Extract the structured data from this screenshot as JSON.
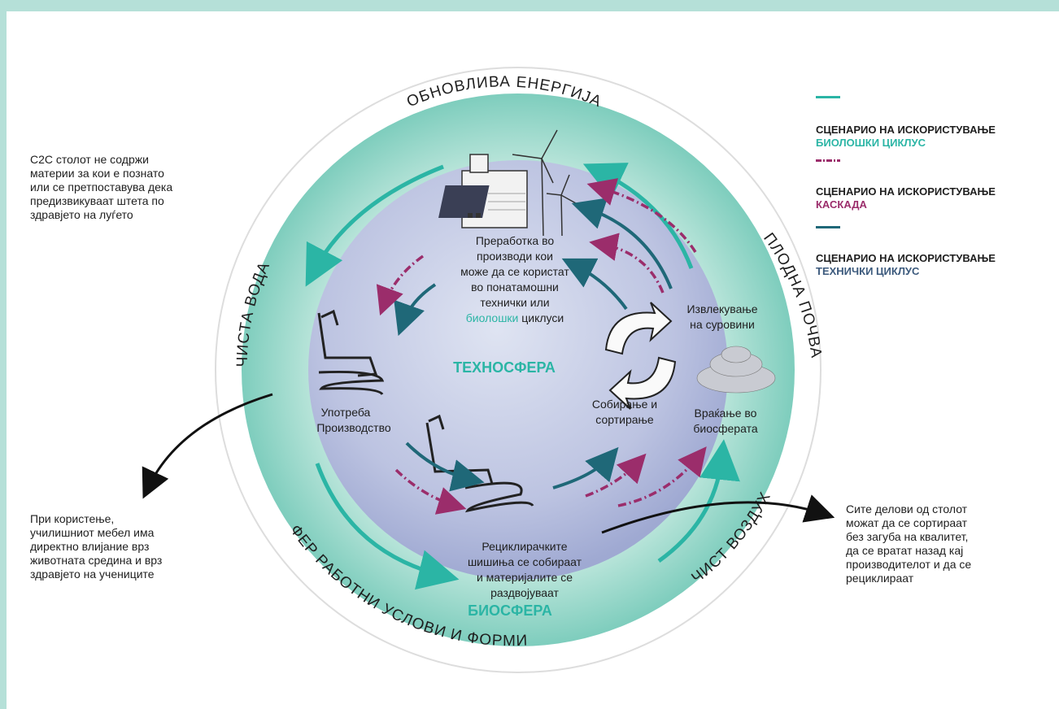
{
  "ring": {
    "top": "ОБНОВЛИВА ЕНЕРГИЈА",
    "left": "ЧИСТА ВОДА",
    "right": "ПЛОДНА ПОЧВА",
    "bottom_left": "ФЕР РАБОТНИ УСЛОВИ И ФОРМИ",
    "bottom_right": "ЧИСТ ВОЗДУХ"
  },
  "spheres": {
    "techno": "ТЕХНОСФЕРА",
    "bio": "БИОСФЕРА"
  },
  "labels": {
    "processing": [
      "Преработка во",
      "производи кои",
      "може да се користат",
      "во понатамошни",
      "технички или"
    ],
    "processing_bio_word": "биолошки",
    "processing_tail": " циклуси",
    "extraction": [
      "Извлекување",
      "на суровини"
    ],
    "usage": [
      "Употреба",
      "Производство"
    ],
    "collecting": [
      "Собирање и",
      "сортирање"
    ],
    "return": [
      "Враќање во",
      "биосферата"
    ],
    "recycle": [
      "Рециклирачките",
      "шишиња се собираат",
      "и материјалите се",
      "раздвојуваат"
    ]
  },
  "notes": {
    "top_left": "C2C столот не содржи\nматерии за кои е познато\nили се претпоставува дека\nпредизвикуваат штета по\nздравјето на луѓето",
    "bottom_left": "При користење,\nучилишниот мебел има\nдиректно влијание врз\nживотната средина и врз\nздравјето на учениците",
    "right": "Сите делови од столот\nможат да се сортираат\nбез загуба на квалитет,\nда се вратат назад кај\nпроизводителот и да се\nрециклираат"
  },
  "legend": [
    {
      "title": "СЦЕНАРИО НА ИСКОРИСТУВАЊЕ",
      "sub": "БИОЛОШКИ ЦИКЛУС",
      "color": "#2bb5a5",
      "style": "solid"
    },
    {
      "title": "СЦЕНАРИО НА ИСКОРИСТУВАЊЕ",
      "sub": "КАСКАДА",
      "color": "#9b2d6b",
      "style": "dashdot"
    },
    {
      "title": "СЦЕНАРИО НА ИСКОРИСТУВАЊЕ",
      "sub": "ТЕХНИЧКИ ЦИКЛУС",
      "color": "#1f6878",
      "style": "solid"
    }
  ],
  "colors": {
    "bio": "#2bb5a5",
    "cascade": "#9b2d6b",
    "tech": "#1f6878",
    "techno_sub": "#3c5a7d",
    "frame": "#b5e0d8"
  }
}
